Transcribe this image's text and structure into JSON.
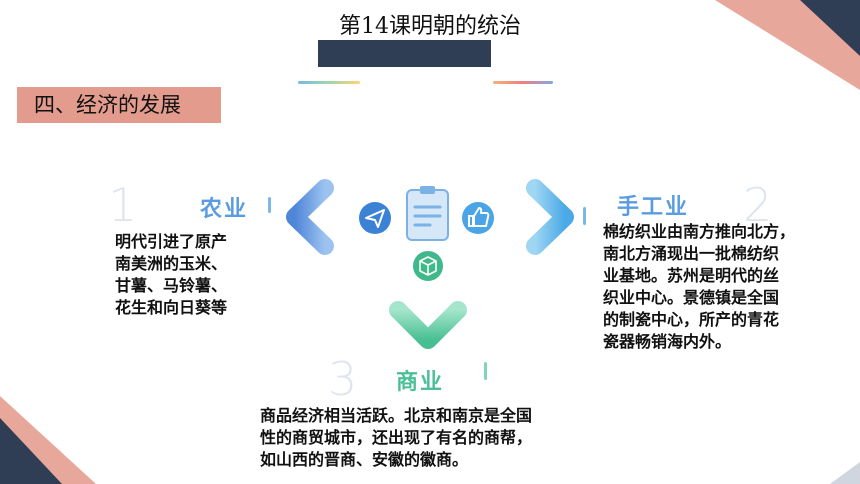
{
  "page": {
    "title": "第14课明朝的统治"
  },
  "section": {
    "heading": "四、经济的发展"
  },
  "branches": {
    "agriculture": {
      "number": "1",
      "label": "农业",
      "text_lines": [
        "明代引进了原产",
        "南美洲的玉米、",
        "甘薯、马铃薯、",
        "花生和向日葵等"
      ]
    },
    "handicraft": {
      "number": "2",
      "label": "手工业",
      "text_lines": [
        "棉纺织业由南方推向北方，",
        "南北方涌现出一批棉纺织",
        "业基地。苏州是明代的丝",
        "织业中心。景德镇是全国",
        "的制瓷中心，所产的青花",
        "瓷器畅销海内外。"
      ]
    },
    "commerce": {
      "number": "3",
      "label": "商业",
      "text_lines": [
        "商品经济相当活跃。北京和南京是全国",
        "性的商贸城市，还出现了有名的商帮，",
        "如山西的晋商、安徽的徽商。"
      ]
    }
  },
  "icons": {
    "left_arrow": "send-icon",
    "center": "clipboard-icon",
    "right_arrow": "thumbs-up-icon",
    "down_arrow": "cube-icon"
  },
  "colors": {
    "blue": "#5a9ce0",
    "green": "#4cbf98",
    "navy": "#2f3d55",
    "salmon": "#e39b8d"
  }
}
